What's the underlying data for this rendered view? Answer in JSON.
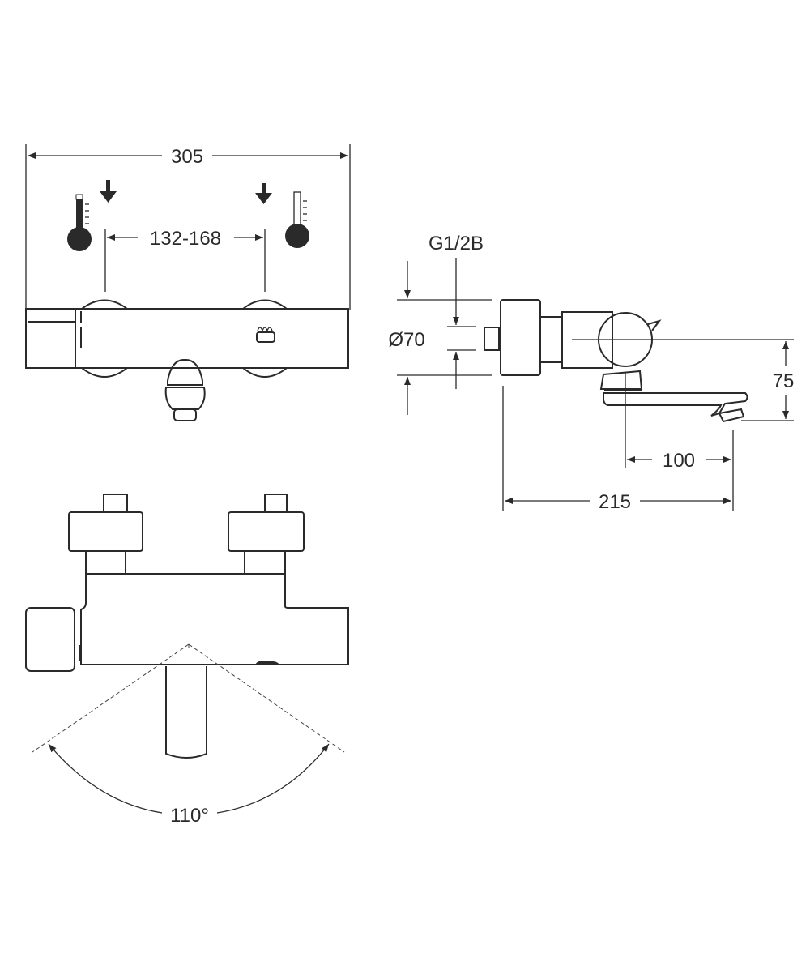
{
  "front_view": {
    "overall_width": "305",
    "inlet_spacing": "132-168",
    "icons": [
      "cold-thermometer-icon",
      "hot-thermometer-icon",
      "down-arrow-icon"
    ]
  },
  "side_view": {
    "thread": "G1/2B",
    "diameter": "Ø70",
    "spout_height": "75",
    "spout_reach": "100",
    "overall_depth": "215"
  },
  "top_view": {
    "swivel_angle": "110°"
  }
}
